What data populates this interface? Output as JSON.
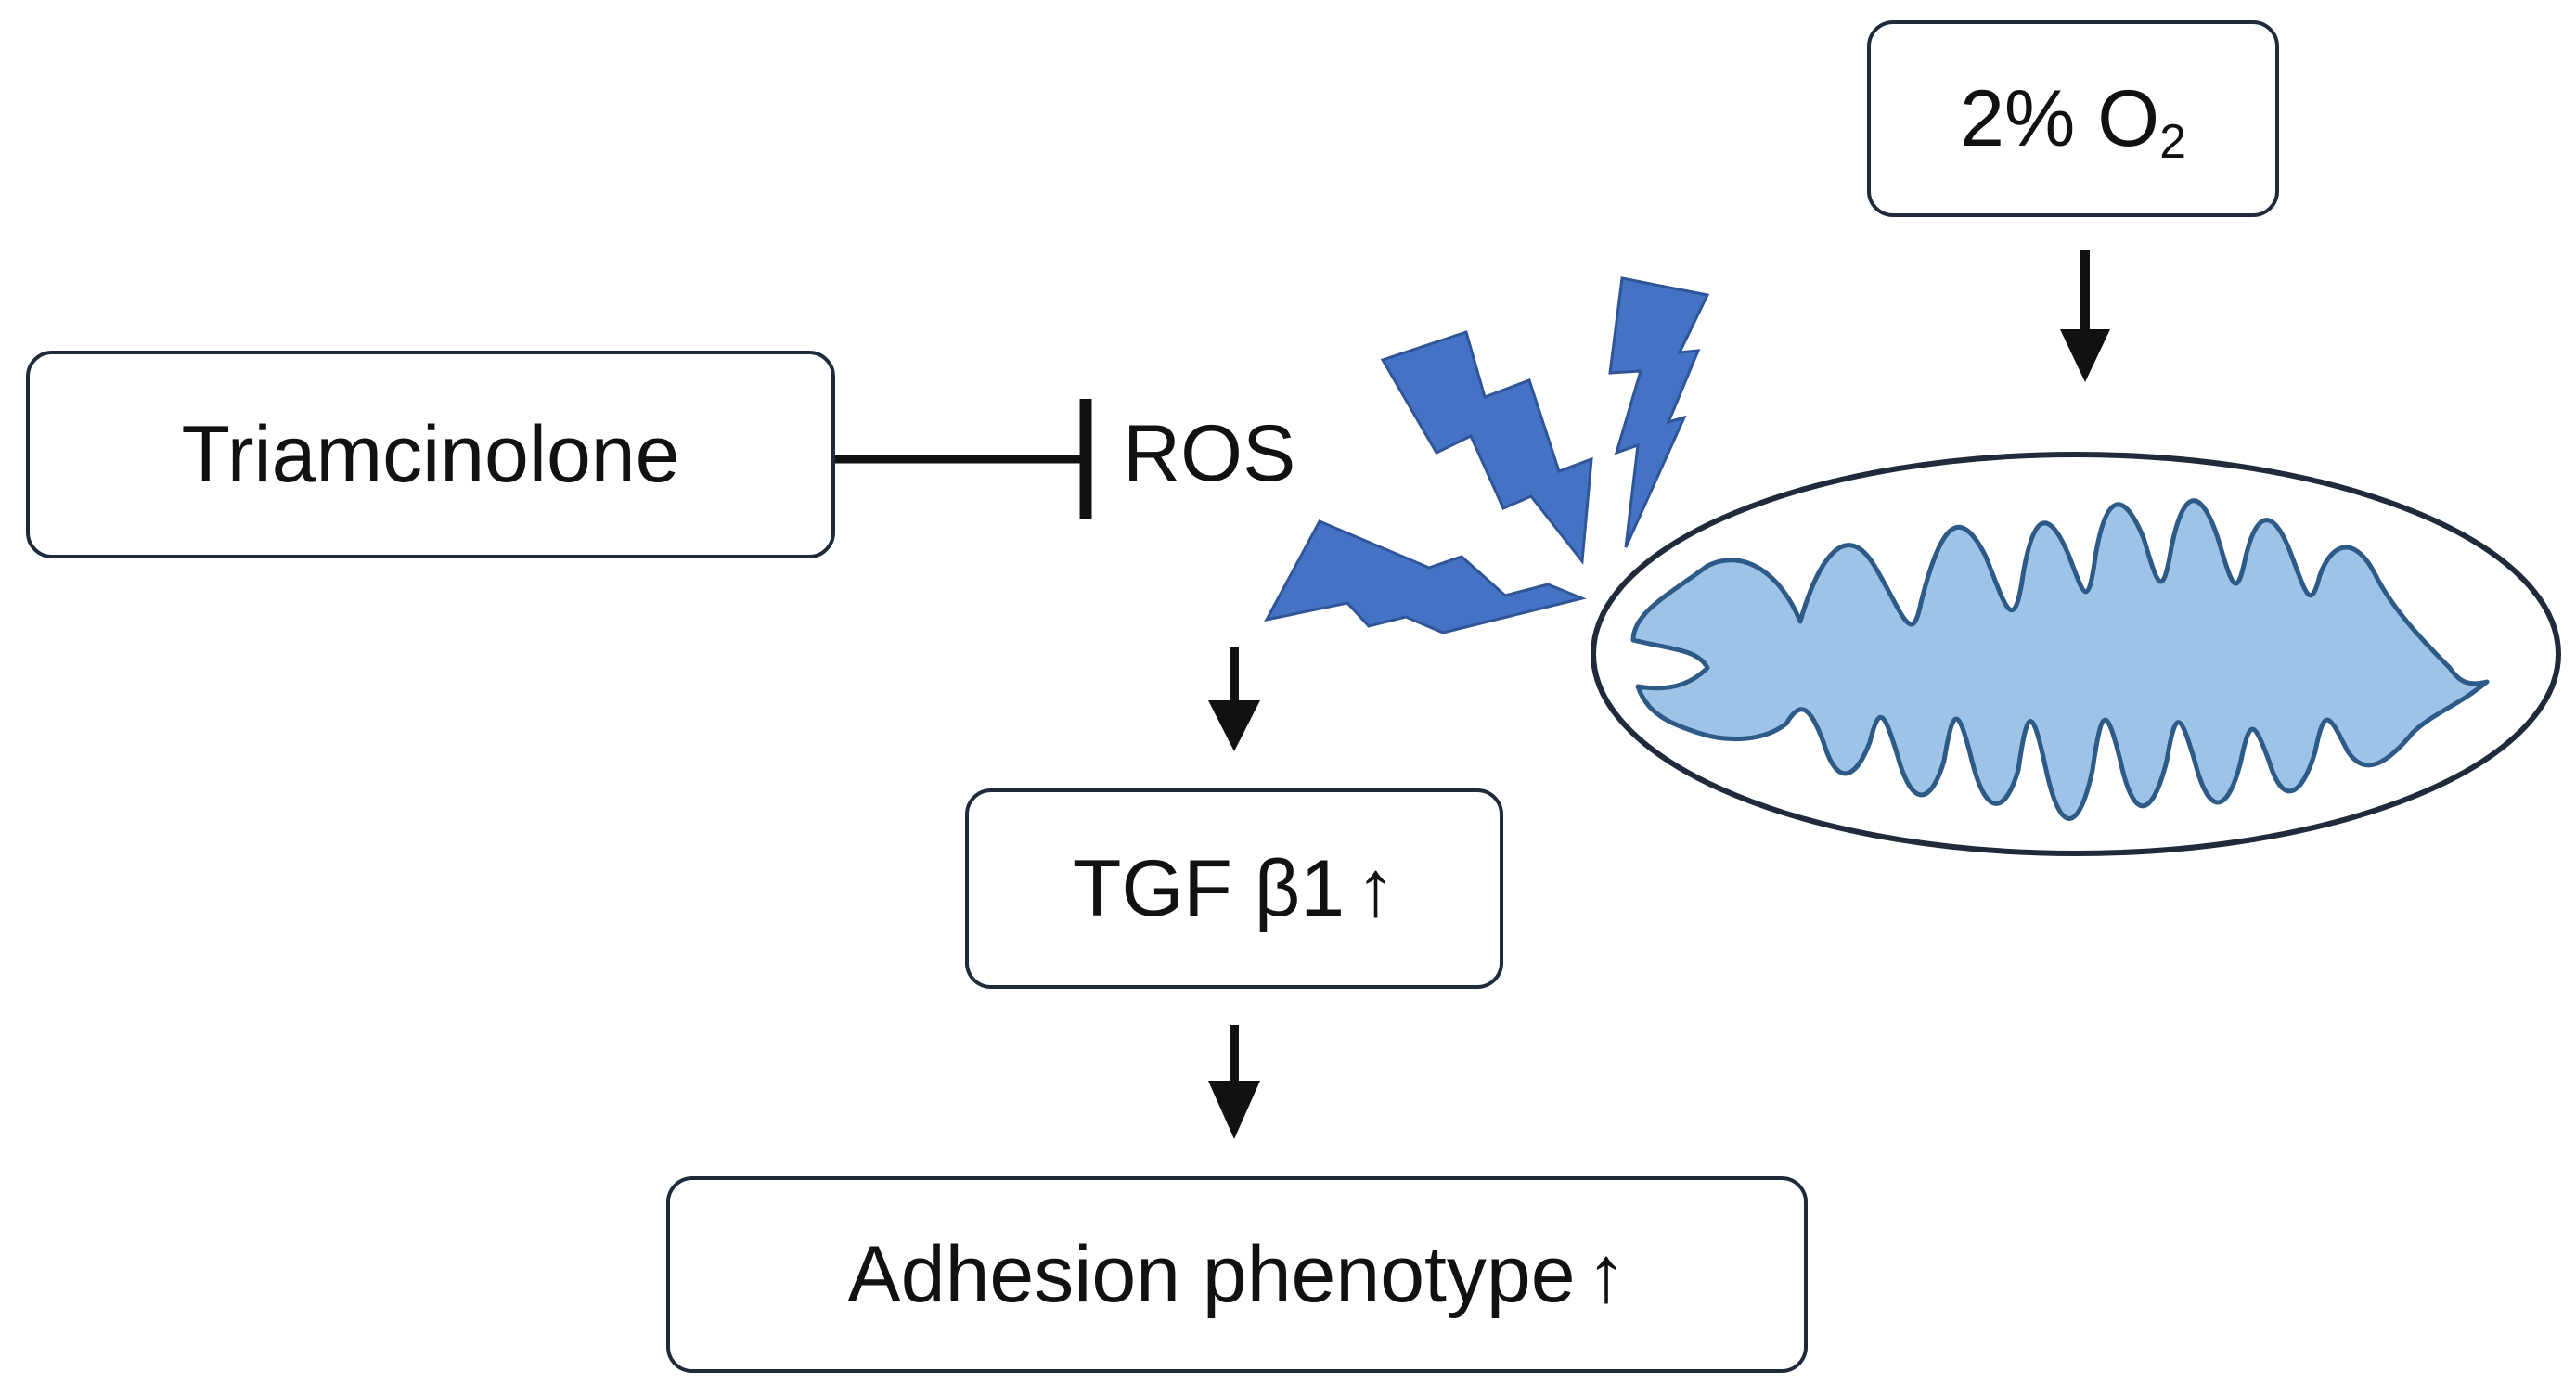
{
  "nodes": {
    "oxygen": {
      "text": "2% O",
      "subscript": "2"
    },
    "triamcinolone": {
      "text": "Triamcinolone"
    },
    "ros": {
      "text": "ROS"
    },
    "tgf": {
      "text": "TGF β1",
      "arrow": "↑"
    },
    "adhesion": {
      "text": "Adhesion phenotype",
      "arrow": "↑"
    }
  },
  "colors": {
    "bolt_fill": "#4472c4",
    "cristae_fill": "#9dc3e6",
    "cristae_stroke": "#2e5a87",
    "outline": "#1f2a3a",
    "arrow": "#111111"
  }
}
